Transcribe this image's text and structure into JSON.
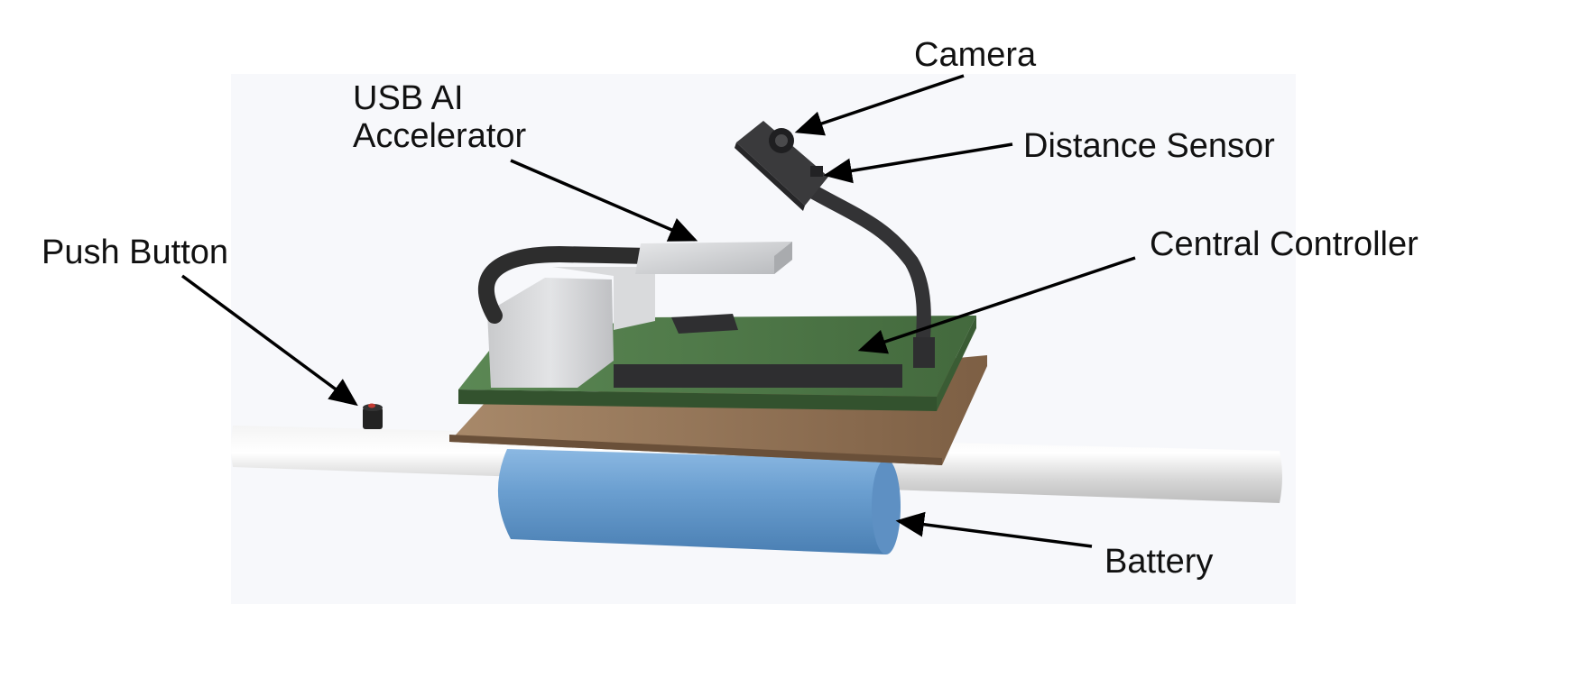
{
  "labels": {
    "camera": "Camera",
    "usb_line1": "USB AI",
    "usb_line2": "Accelerator",
    "distance_sensor": "Distance Sensor",
    "push_button": "Push Button",
    "central_controller": "Central Controller",
    "battery": "Battery"
  },
  "colors": {
    "background_panel": "#f7f8fb",
    "rod": "#e2e2e2",
    "battery": "#6b9fd0",
    "base_plate": "#957455",
    "pcb": "#4f7a48",
    "header": "#2e2e30",
    "usb_block": "#d7d8da",
    "cable": "#2d2d2d",
    "camera_body": "#3a3a3c",
    "push_button": "#222222",
    "push_button_cap": "#c23a32",
    "arrow": "#000000"
  }
}
